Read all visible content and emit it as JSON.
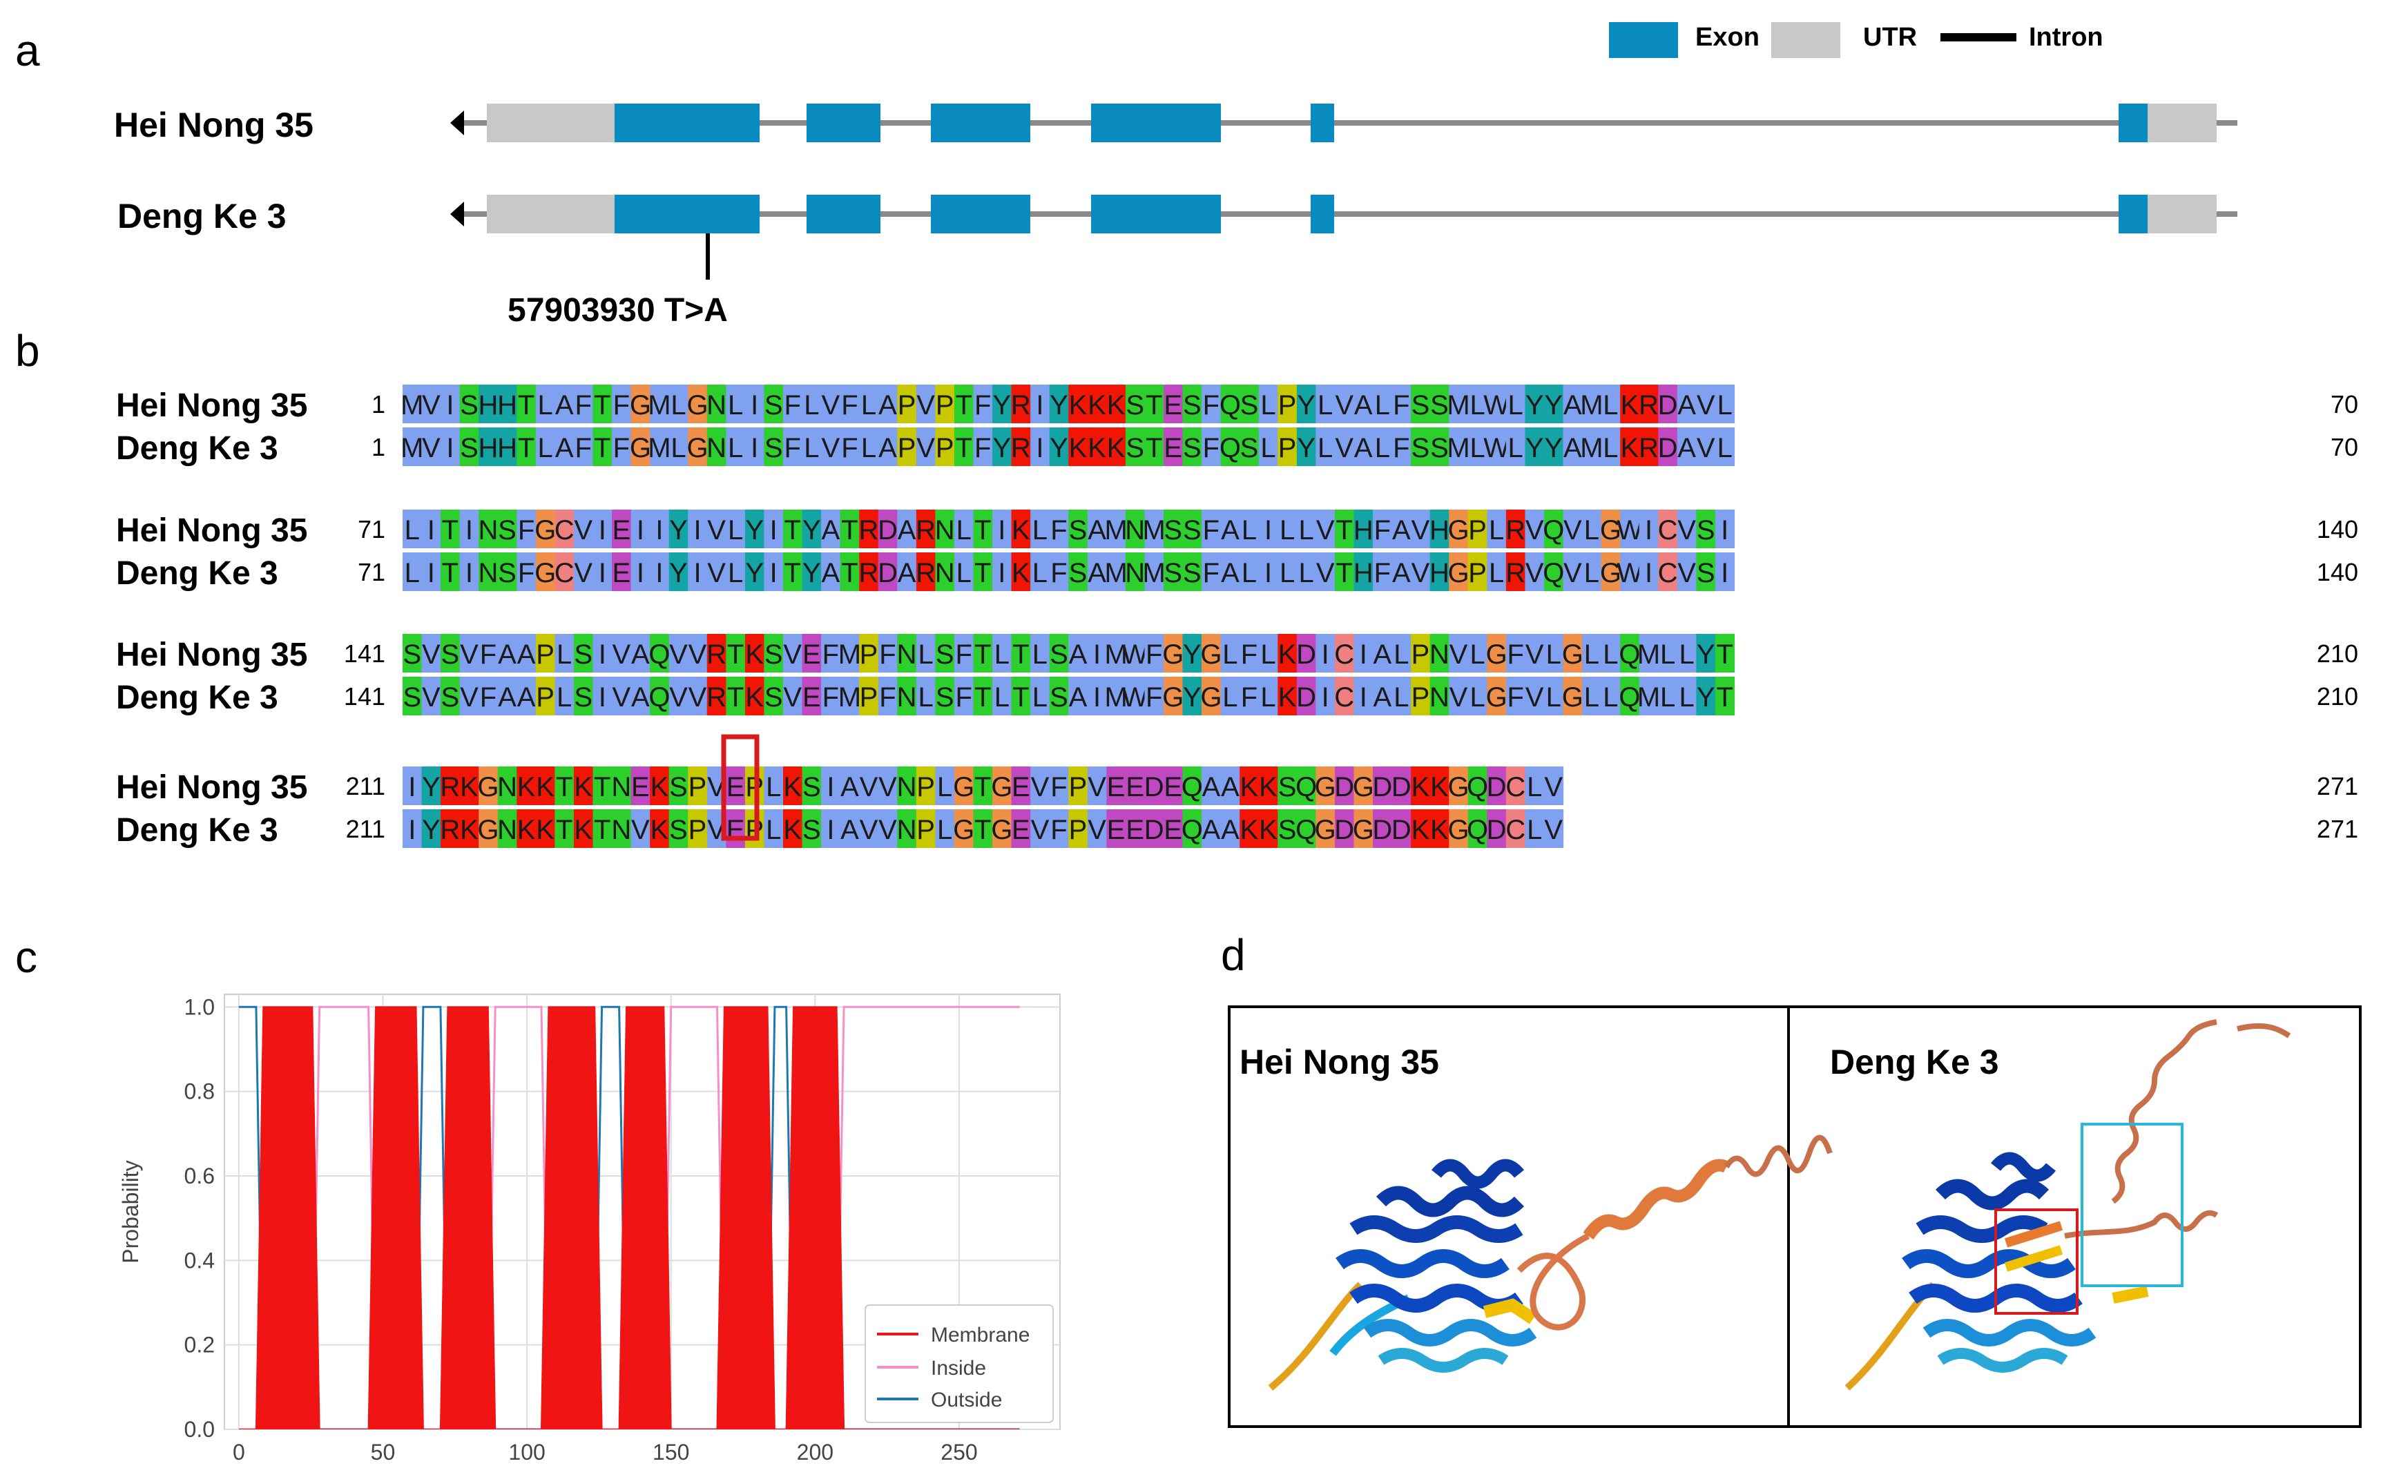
{
  "panels": {
    "a": "a",
    "b": "b",
    "c": "c",
    "d": "d"
  },
  "colors": {
    "exon": "#0a8bbf",
    "utr": "#c8c8c8",
    "intron": "#8a8a8a",
    "highlight_red": "#d8191e",
    "highlight_cyan": "#26b7d9",
    "membrane": "#f01414",
    "inside": "#f58fc9",
    "outside": "#1f77b4"
  },
  "gene_structure": {
    "legend": [
      {
        "name": "exon",
        "label": "Exon"
      },
      {
        "name": "utr",
        "label": "UTR"
      },
      {
        "name": "intron",
        "label": "Intron"
      }
    ],
    "tracks": [
      {
        "name": "Hei Nong 35"
      },
      {
        "name": "Deng Ke 3"
      }
    ],
    "snp_label": "57903930  T>A"
  },
  "alignment": {
    "blocks": [
      {
        "start": "1",
        "end": "70",
        "seqs": [
          {
            "name": "Hei Nong 35",
            "seq": "MVISHHTLAFTFGMLGNLISFLVFLAPVPTFYRIYKKKSTESFQSLPYLVALFSSMLWLYYAMLKRDAVL"
          },
          {
            "name": "Deng Ke 3",
            "seq": "MVISHHTLAFTFGMLGNLISFLVFLAPVPTFYRIYKKKSTESFQSLPYLVALFSSMLWLYYAMLKRDAVL"
          }
        ]
      },
      {
        "start": "71",
        "end": "140",
        "seqs": [
          {
            "name": "Hei Nong 35",
            "seq": "LITINSFGCVIEIIYIVLYITYATRDARNLTIKLFSAMNMSSFALILLVTHFAVHGPLRVQVLGWICVSI"
          },
          {
            "name": "Deng Ke 3",
            "seq": "LITINSFGCVIEIIYIVLYITYATRDARNLTIKLFSAMNMSSFALILLVTHFAVHGPLRVQVLGWICVSI"
          }
        ]
      },
      {
        "start": "141",
        "end": "210",
        "seqs": [
          {
            "name": "Hei Nong 35",
            "seq": "SVSVFAAPLSIVAQVVRTKSVEFMPFNLSFTLTLSAIMWFGYGLFLKDICIALPNVLGFVLGLLQMLLYT"
          },
          {
            "name": "Deng Ke 3",
            "seq": "SVSVFAAPLSIVAQVVRTKSVEFMPFNLSFTLTLSAIMWFGYGLFLKDICIALPNVLGFVLGLLQMLLYT"
          }
        ]
      },
      {
        "start": "211",
        "end": "271",
        "seqs": [
          {
            "name": "Hei Nong 35",
            "seq": "IYRKGNKKTKTNEKSPVEPLKSIAVVNPLGTGEVFPVEEDEQAAKKSQGDGDDKKGQDCLV"
          },
          {
            "name": "Deng Ke 3",
            "seq": "IYRKGNKKTKTNVKSPVEPLKSIAVVNPLGTGEVFPVEEDEQAAKKSQGDGDDKKGQDCLV"
          }
        ]
      }
    ],
    "residue_colors": {
      "T": "#2ccf2c",
      "S": "#2ccf2c",
      "N": "#2ccf2c",
      "Q": "#2ccf2c",
      "G": "#f09048",
      "P": "#c8c800",
      "C": "#f08080",
      "H": "#15a4a4",
      "Y": "#15a4a4",
      "R": "#f01505",
      "K": "#f01505",
      "D": "#c048c0",
      "E": "#c048c0",
      "other": "#80a0f0"
    }
  },
  "chart_data": {
    "type": "line",
    "x_ticks": [
      0,
      50,
      100,
      150,
      200,
      250
    ],
    "y_ticks": [
      "0.0",
      "0.2",
      "0.4",
      "0.6",
      "0.8",
      "1.0"
    ],
    "xlim": [
      -5,
      285
    ],
    "ylim": [
      0,
      1.03
    ],
    "ylabel": "Probability",
    "grid": true,
    "legend_position": "lower-right",
    "membrane_segments": [
      [
        6,
        28
      ],
      [
        45,
        64
      ],
      [
        70,
        89
      ],
      [
        105,
        126
      ],
      [
        132,
        150
      ],
      [
        166,
        186
      ],
      [
        190,
        210
      ]
    ],
    "series": [
      {
        "name": "Membrane"
      },
      {
        "name": "Inside"
      },
      {
        "name": "Outside"
      }
    ],
    "x_max": 271
  },
  "structures": [
    {
      "label": "Hei Nong 35"
    },
    {
      "label": "Deng Ke 3"
    }
  ]
}
